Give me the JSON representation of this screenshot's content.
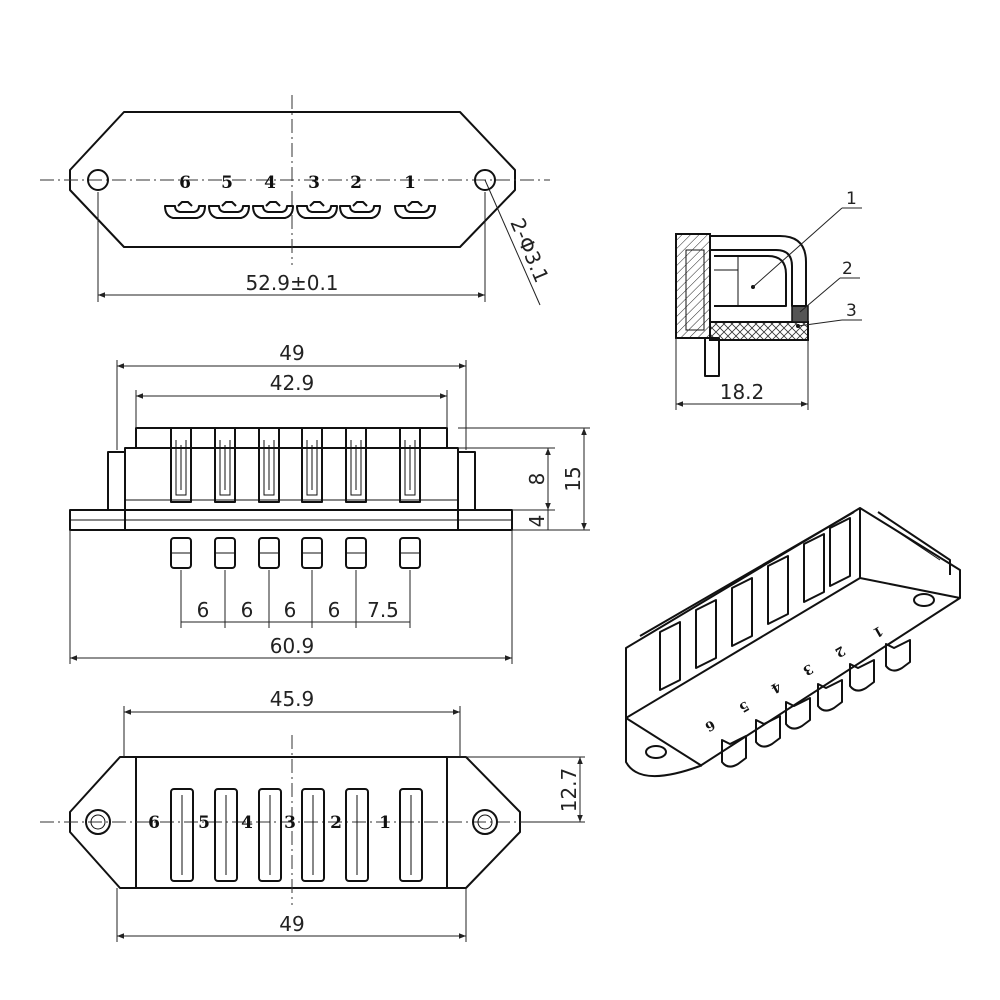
{
  "top_view": {
    "pin_labels": [
      "6",
      "5",
      "4",
      "3",
      "2",
      "1"
    ],
    "width_dim": "52.9±0.1",
    "hole_dim": "2-Φ3.1"
  },
  "front_view": {
    "overall_width": "49",
    "inner_width": "42.9",
    "height_upper": "8",
    "height_total": "15",
    "height_lower": "4",
    "pitches": [
      "6",
      "6",
      "6",
      "6",
      "7.5"
    ],
    "base_width": "60.9"
  },
  "bottom_view": {
    "pin_labels": [
      "6",
      "5",
      "4",
      "3",
      "2",
      "1"
    ],
    "top_width": "45.9",
    "depth": "12.7",
    "bottom_width": "49"
  },
  "section_view": {
    "callouts": [
      "1",
      "2",
      "3"
    ],
    "width": "18.2"
  },
  "iso_view": {
    "pin_labels": [
      "6",
      "5",
      "4",
      "3",
      "2",
      "1"
    ]
  }
}
